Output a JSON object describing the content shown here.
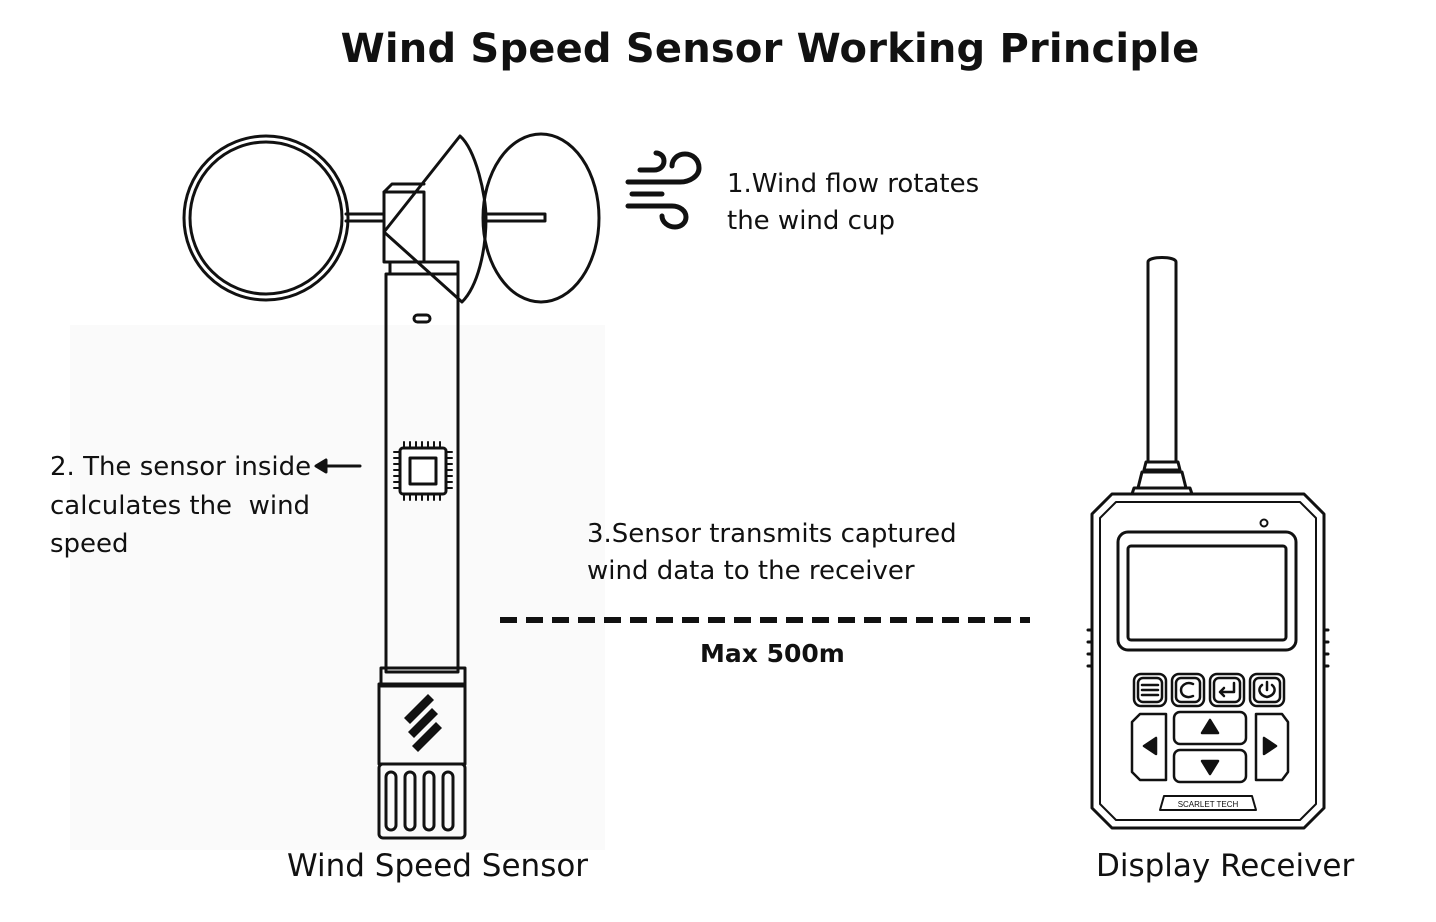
{
  "title": "Wind Speed Sensor Working Principle",
  "steps": {
    "step1": {
      "line1": "1.Wind flow rotates",
      "line2": "the wind cup"
    },
    "step2": {
      "line1": "2. The sensor inside",
      "line2": "calculates the  wind",
      "line3": "speed"
    },
    "step3": {
      "line1": "3.Sensor transmits captured",
      "line2": "wind data to the receiver"
    }
  },
  "range_label": "Max 500m",
  "captions": {
    "sensor": "Wind Speed Sensor",
    "receiver": "Display Receiver"
  },
  "receiver_brand": "SCARLET TECH",
  "icons": {
    "wind": "wind-icon",
    "chip": "chip-icon",
    "arrow": "arrow-left-icon",
    "logo": "scarlet-logo-icon"
  },
  "colors": {
    "line": "#111111",
    "background": "#ffffff",
    "panel": "#f7f7f7"
  }
}
